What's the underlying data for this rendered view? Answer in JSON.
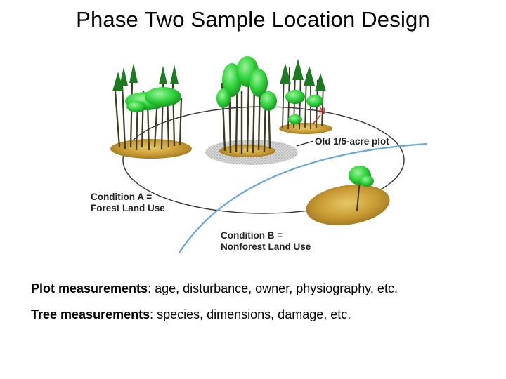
{
  "title": "Phase Two Sample Location Design",
  "figure": {
    "north_label": "N",
    "plot_label": "Old 1/5-acre plot",
    "condition_a": [
      "Condition A =",
      "Forest Land Use"
    ],
    "condition_b": [
      "Condition B =",
      "Nonforest Land Use"
    ],
    "colors": {
      "foliage": "#2fd23a",
      "trunk": "#3a3a1e",
      "ground": "#c8a23a",
      "plot_disc": "#c8c8c8",
      "boundary_line": "#6aa6dc",
      "north_mark": "#cc2222"
    }
  },
  "measurements": [
    {
      "term": "Plot measurements",
      "text": ": age, disturbance, owner, physiography, etc."
    },
    {
      "term": "Tree measurements",
      "text": ": species, dimensions, damage, etc."
    }
  ]
}
